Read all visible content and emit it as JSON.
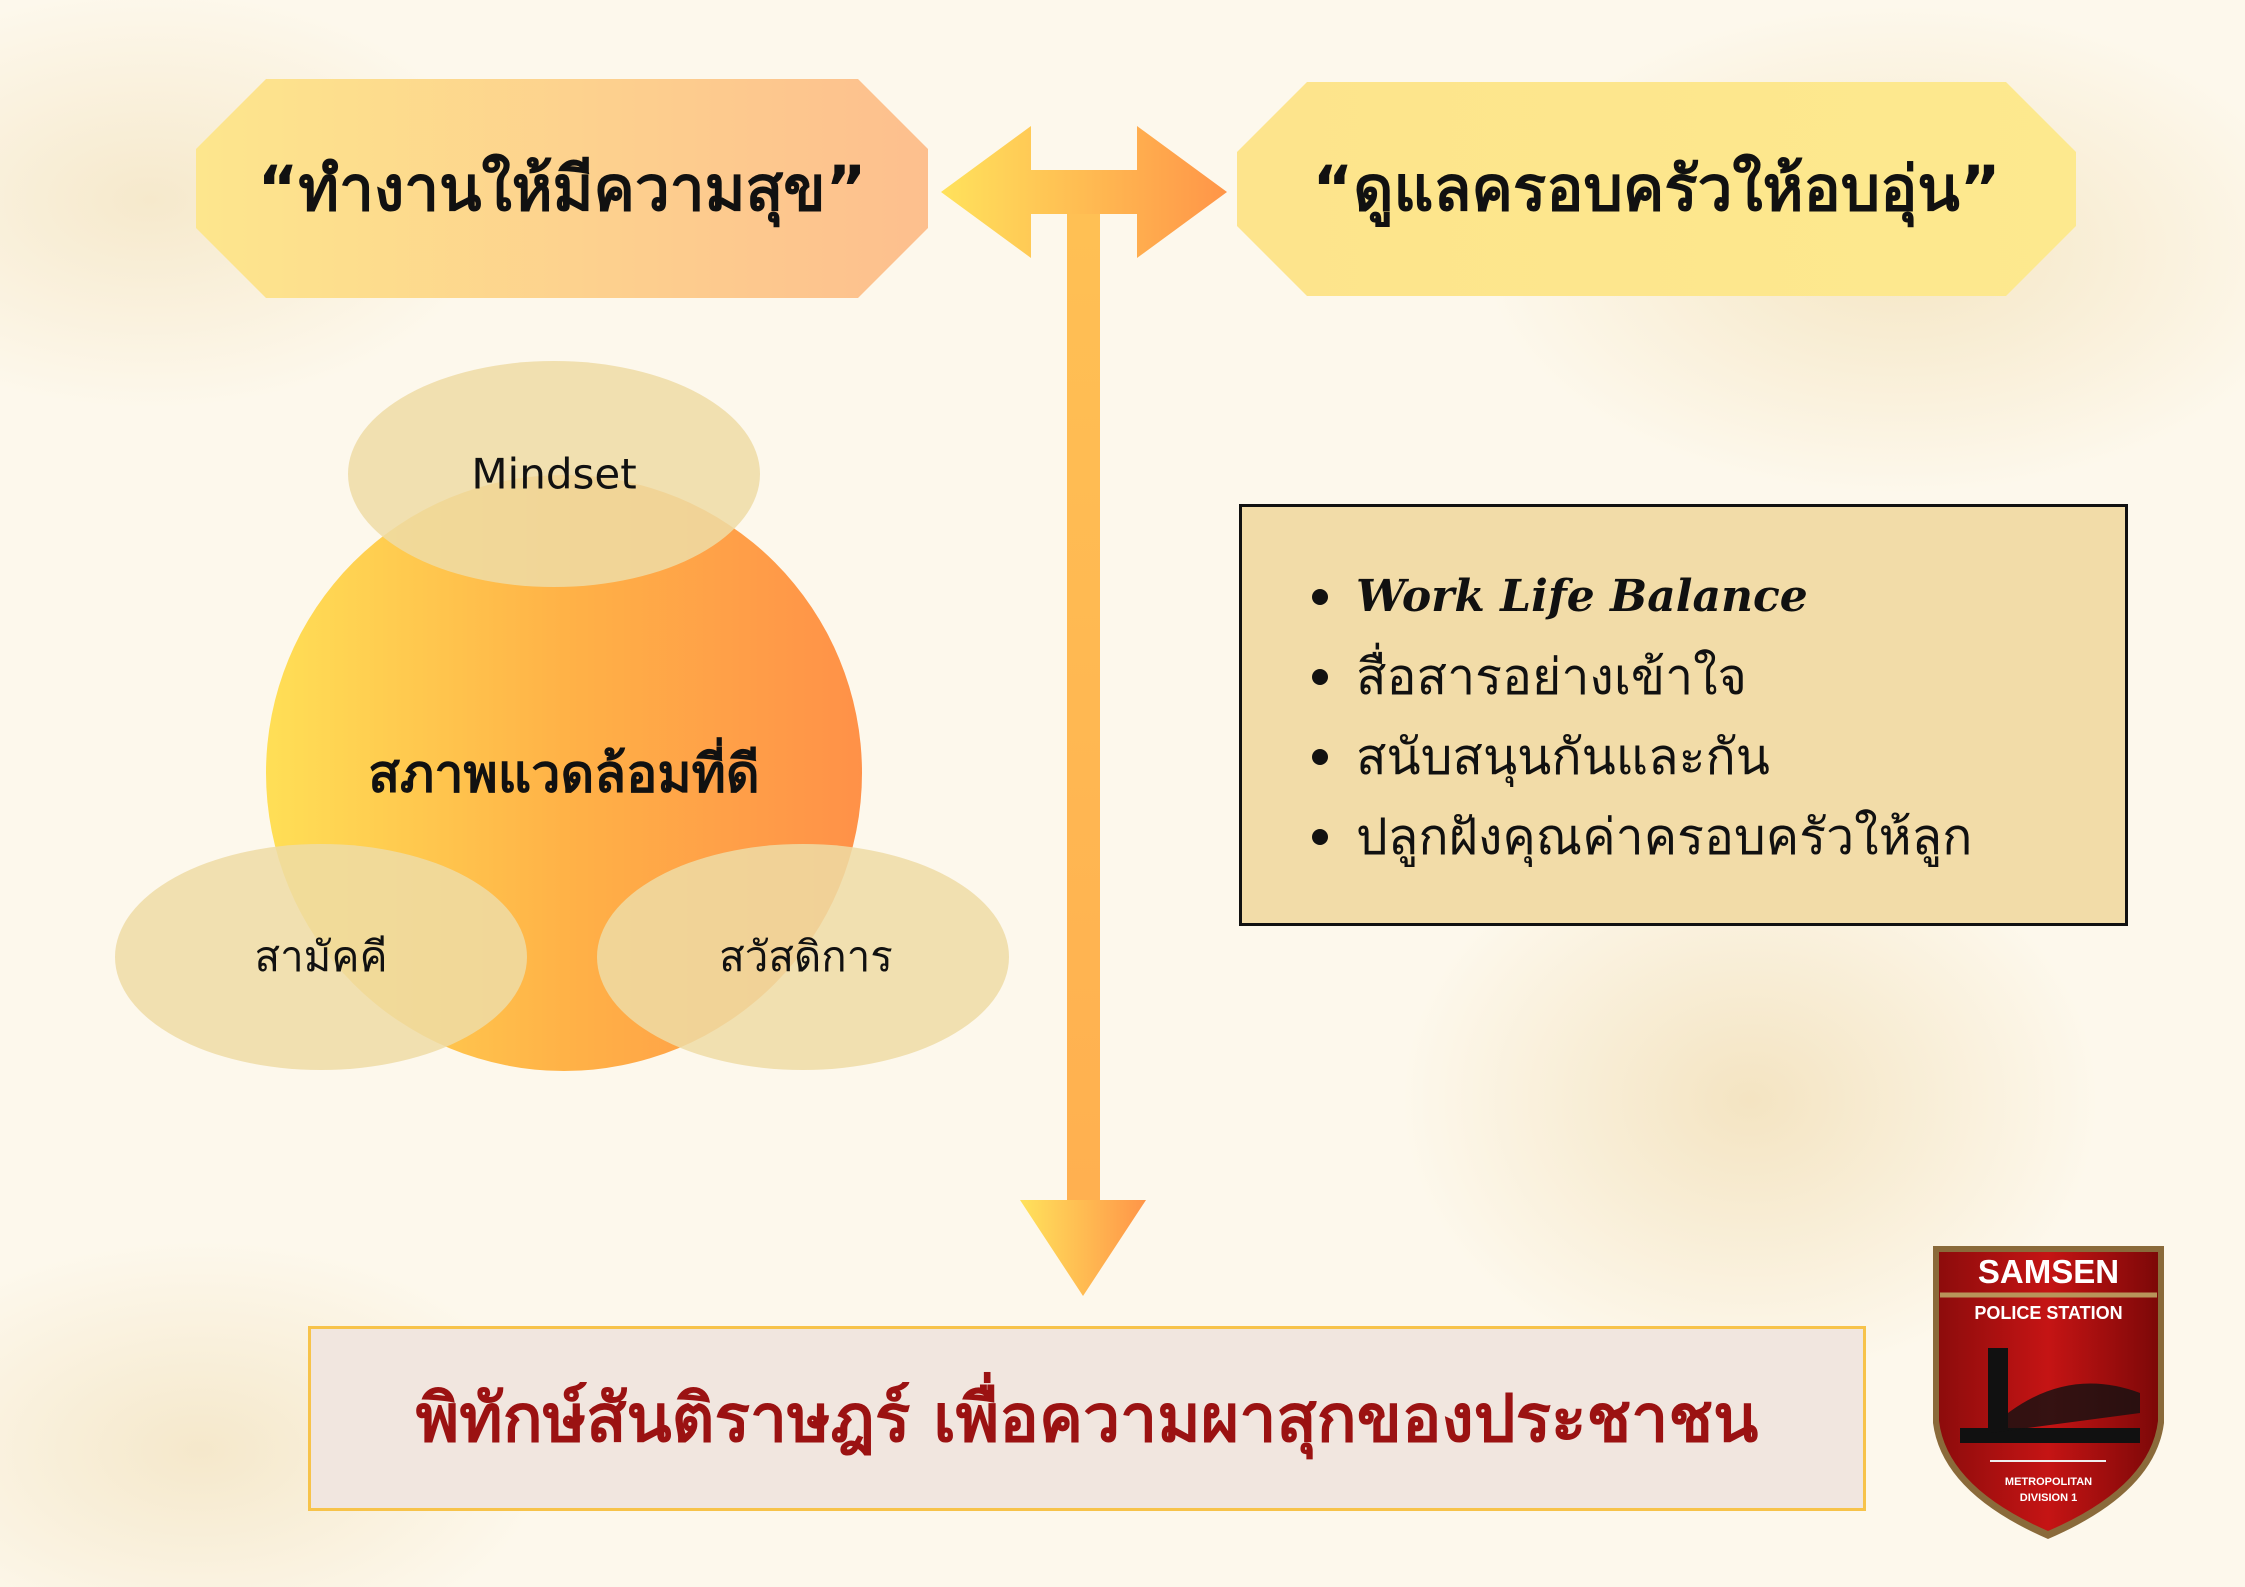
{
  "left_banner": {
    "text": "“ทำงานให้มีความสุข”"
  },
  "right_banner": {
    "text": "“ดูแลครอบครัวให้อบอุ่น”"
  },
  "diagram": {
    "center": "สภาพแวดล้อมที่ดี",
    "top": "Mindset",
    "bottom_left": "สามัคคี",
    "bottom_right": "สวัสดิการ"
  },
  "list": {
    "items": [
      "Work Life Balance",
      "สื่อสารอย่างเข้าใจ",
      "สนับสนุนกันและกัน",
      "ปลูกฝังคุณค่าครอบครัวให้ลูก"
    ]
  },
  "bottom_banner": {
    "text": "พิทักษ์สันติราษฎร์ เพื่อความผาสุกของประชาชน"
  },
  "badge": {
    "title": "SAMSEN",
    "subtitle": "POLICE STATION",
    "line1": "METROPOLITAN",
    "line2": "DIVISION 1"
  },
  "colors": {
    "accent_yellow": "#ffdf5a",
    "accent_orange": "#ff9a4a",
    "banner_red": "#9b1212"
  }
}
